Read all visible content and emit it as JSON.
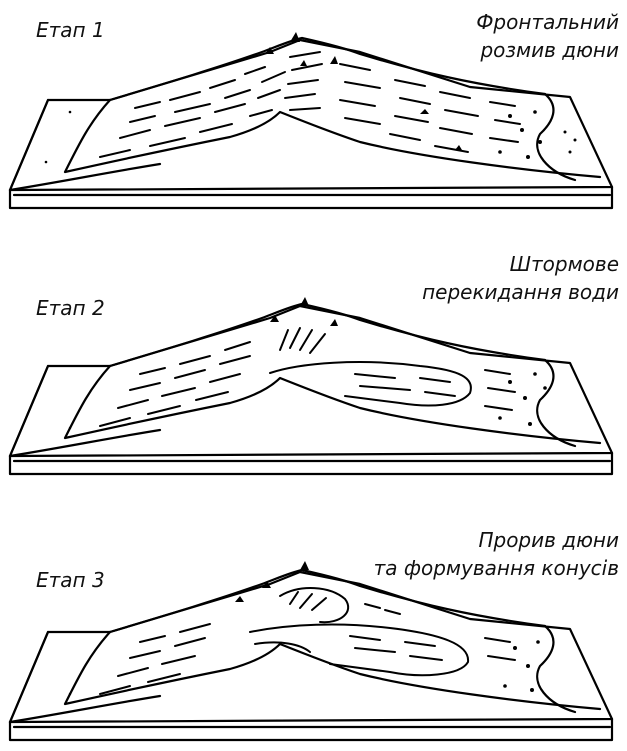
{
  "stages": [
    {
      "label": "Етап 1",
      "description": [
        "Фронтальний",
        "розмив дюни"
      ]
    },
    {
      "label": "Етап 2",
      "description": [
        "Штормове",
        "перекидання води"
      ]
    },
    {
      "label": "Етап 3",
      "description": [
        "Прорив дюни",
        "та формування конусів"
      ]
    }
  ]
}
